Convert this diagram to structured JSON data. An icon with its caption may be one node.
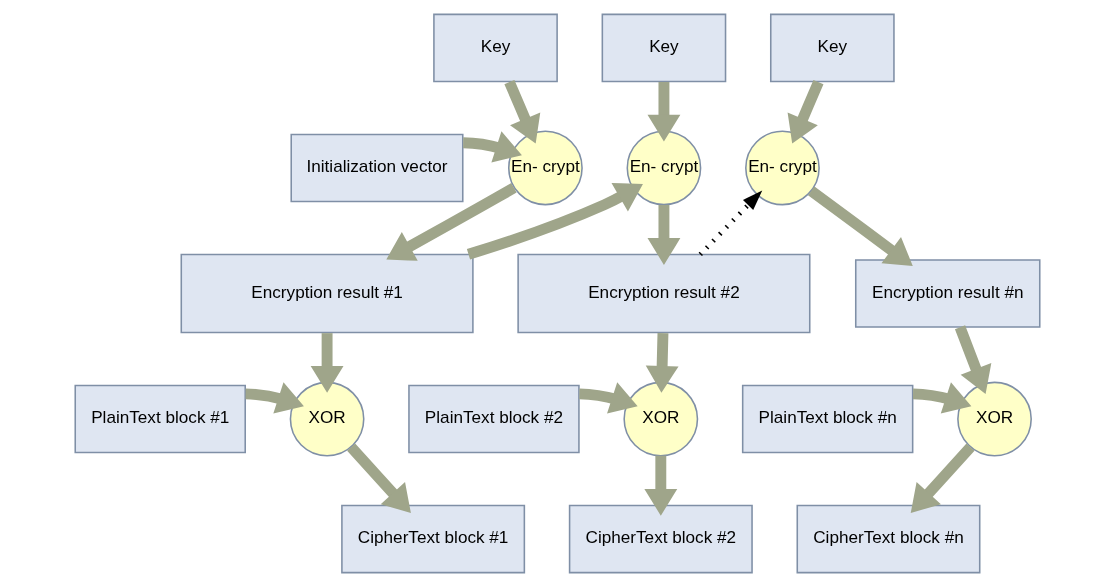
{
  "diagram": {
    "nodes": [
      {
        "text": [
          "Key"
        ]
      },
      {
        "text": [
          "Initialization vector"
        ]
      },
      {
        "text": [
          "En- crypt"
        ]
      },
      {
        "text": [
          "Encryption result #1"
        ]
      },
      {
        "text": [
          "PlainText block #1"
        ]
      },
      {
        "text": [
          "XOR"
        ]
      },
      {
        "text": [
          "CipherText block #1"
        ]
      },
      {
        "text": [
          "Key"
        ]
      },
      {
        "text": [
          "En- crypt"
        ]
      },
      {
        "text": [
          "Encryption result #2"
        ]
      },
      {
        "text": [
          "PlainText block #2"
        ]
      },
      {
        "text": [
          "XOR"
        ]
      },
      {
        "text": [
          "CipherText block #2"
        ]
      },
      {
        "text": [
          "Key"
        ]
      },
      {
        "text": [
          "En- crypt"
        ]
      },
      {
        "text": [
          "Encryption result #n"
        ]
      },
      {
        "text": [
          "PlainText block #n"
        ]
      },
      {
        "text": [
          "XOR"
        ]
      },
      {
        "text": [
          "CipherText block #n"
        ]
      }
    ],
    "edges": [
      {
        "from": 0,
        "to": 2,
        "arrow": "to"
      },
      {
        "from": 1,
        "to": 2,
        "arrow": "to"
      },
      {
        "from": 2,
        "to": 3,
        "arrow": "to"
      },
      {
        "from": 3,
        "to": 8,
        "arrow": "to"
      },
      {
        "from": 3,
        "to": 5,
        "arrow": "to"
      },
      {
        "from": 4,
        "to": 5,
        "arrow": "to"
      },
      {
        "from": 5,
        "to": 6,
        "arrow": "to"
      },
      {
        "from": 7,
        "to": 8,
        "arrow": "to"
      },
      {
        "from": 8,
        "to": 9,
        "arrow": "to"
      },
      {
        "from": 9,
        "to": 14,
        "arrow": "to",
        "style": "dashed",
        "color": "#000000"
      },
      {
        "from": 9,
        "to": 11,
        "arrow": "to"
      },
      {
        "from": 10,
        "to": 11,
        "arrow": "to"
      },
      {
        "from": 11,
        "to": 12,
        "arrow": "to"
      },
      {
        "from": 13,
        "to": 14,
        "arrow": "to"
      },
      {
        "from": 14,
        "to": 15,
        "arrow": "to"
      },
      {
        "from": 15,
        "to": 17,
        "arrow": "to"
      },
      {
        "from": 16,
        "to": 17,
        "arrow": "to"
      },
      {
        "from": 17,
        "to": 18,
        "arrow": "to"
      }
    ]
  }
}
